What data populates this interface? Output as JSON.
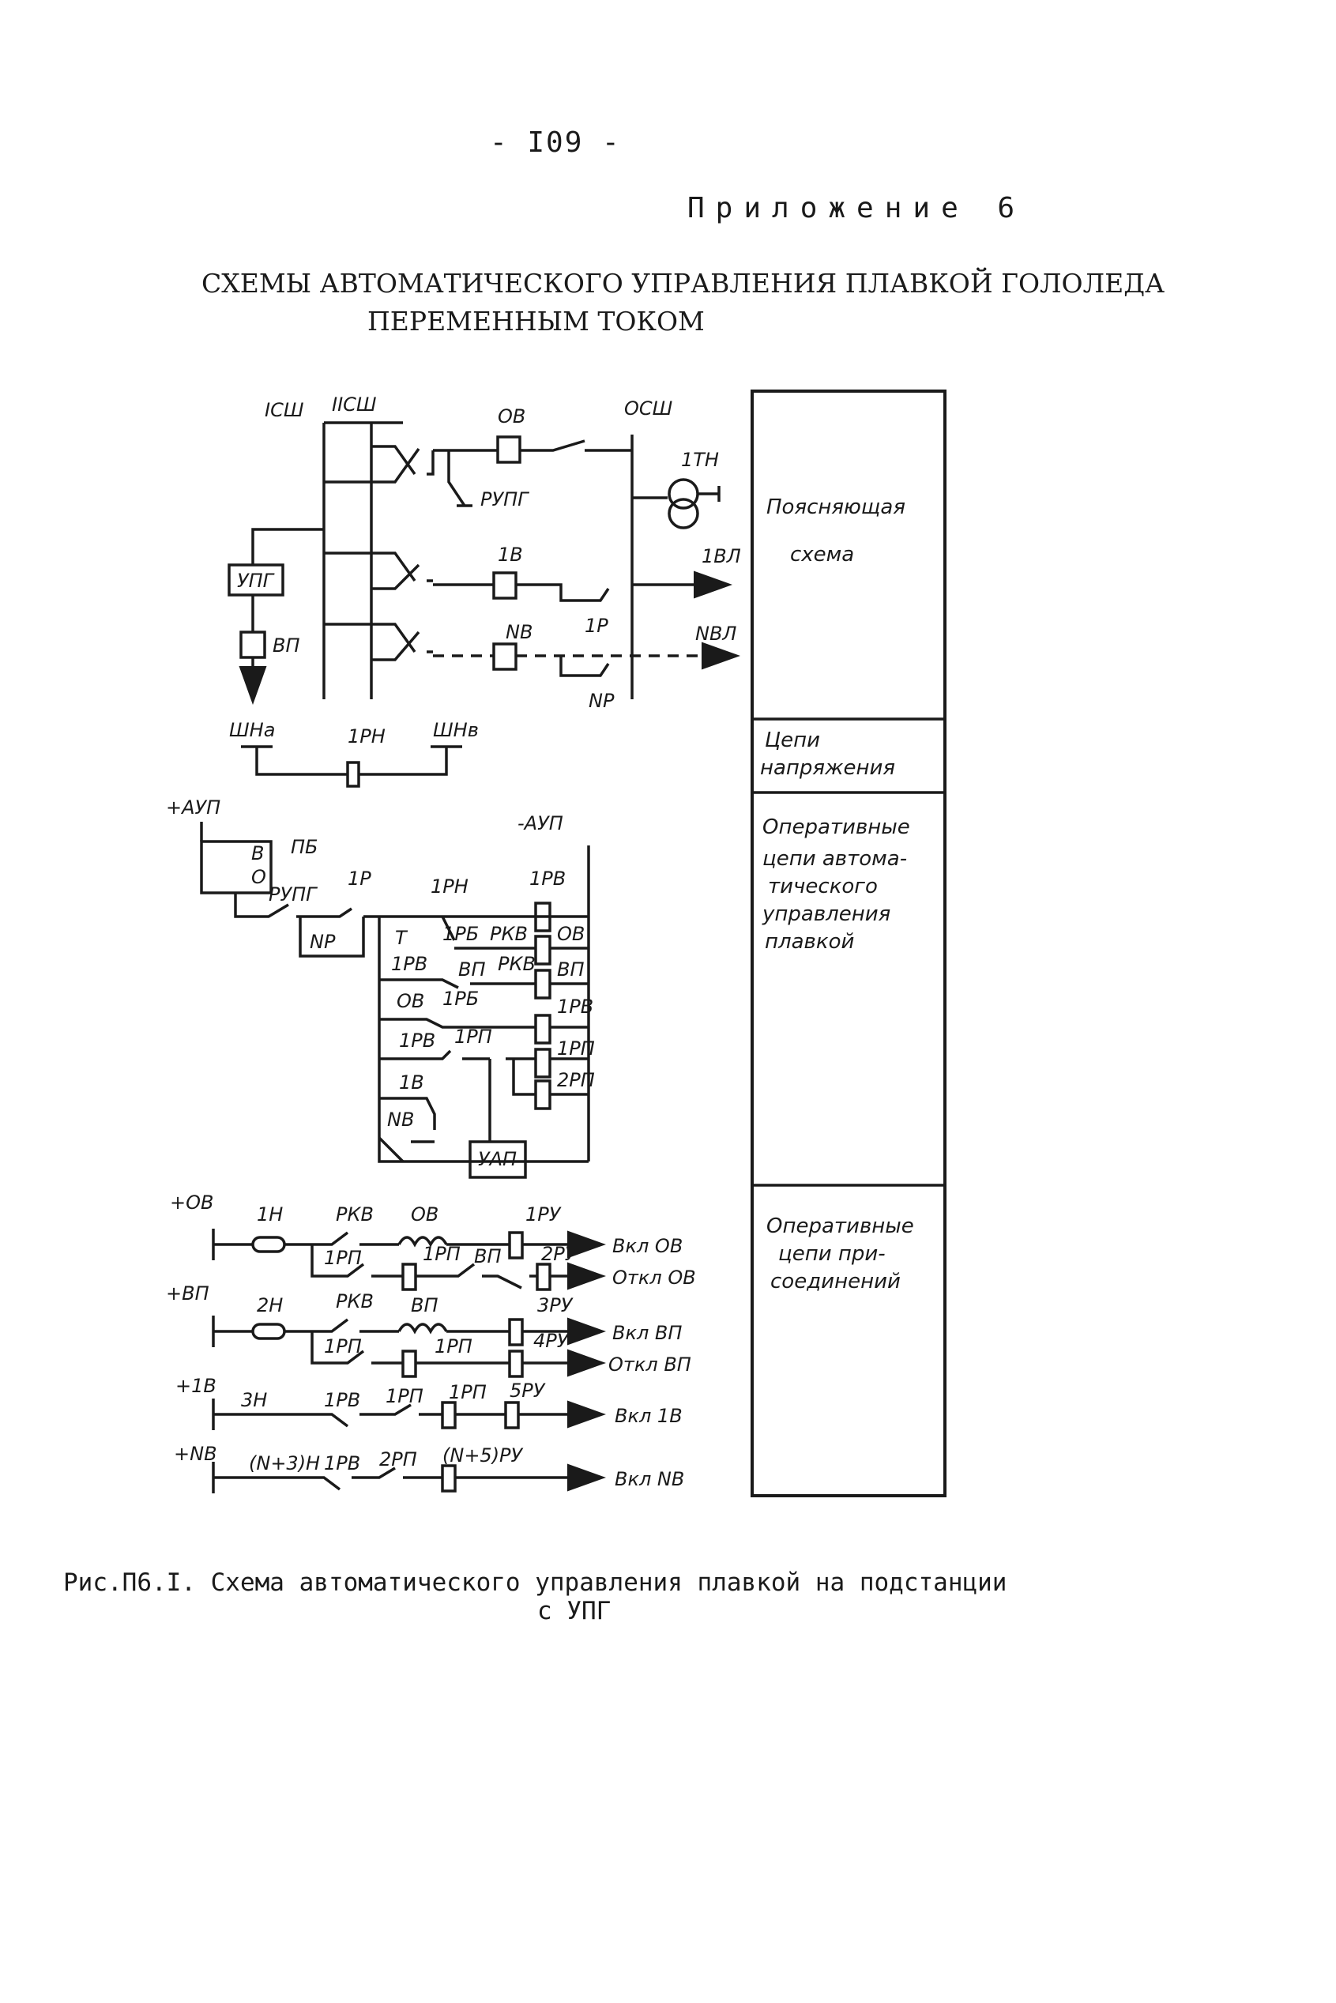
{
  "page_number": "- I09 -",
  "appendix": "Приложение 6",
  "heading": [
    "СХЕМЫ АВТОМАТИЧЕСКОГО УПРАВЛЕНИЯ ПЛАВКОЙ ГОЛОЛЕДА",
    "ПЕРЕМЕННЫМ ТОКОМ"
  ],
  "caption": [
    "Рис.П6.I. Схема автоматического управления плавкой на подстанции",
    "с УПГ"
  ],
  "side_panel": {
    "explanatory": [
      "Поясняющая",
      "схема"
    ],
    "voltage": [
      "Цепи",
      "напряжения"
    ],
    "operational_auto": [
      "Оперативные",
      "цепи автома-",
      "тического",
      "управления",
      "плавкой"
    ],
    "operational_conn": [
      "Оперативные",
      "цепи при-",
      "соединений"
    ]
  },
  "power": {
    "bus1": "IСШ",
    "bus2": "IIСШ",
    "bypass_bus": "ОСШ",
    "ov": "ОВ",
    "rupg": "РУПГ",
    "vt": "1ТН",
    "upg": "УПГ",
    "vp": "ВП",
    "b1": "1В",
    "line1": "1ВЛ",
    "p1": "1Р",
    "nb": "NВ",
    "linen": "NВЛ",
    "np": "NР"
  },
  "voltage_circ": {
    "shna": "ШНа",
    "shnv": "ШНв",
    "rn": "1РН"
  },
  "auto_circ": {
    "plus": "+АУП",
    "minus": "-АУП",
    "pb": "ПБ",
    "on": "В",
    "off": "О",
    "rupg": "РУПГ",
    "p1": "1Р",
    "np": "NР",
    "rn": "1РН",
    "r1": "1РВ",
    "rb": "1РБ",
    "rkv1": "РКВ",
    "ov_coil": "ОВ",
    "rv2": "1РВ",
    "vp": "ВП",
    "rkv2": "РКВ",
    "vp_coil": "ВП",
    "ov2": "ОВ",
    "rb2": "1РБ",
    "rv_coil": "1РВ",
    "rv3": "1РВ",
    "rp": "1РП",
    "rp_coil": "1РП",
    "rp2_coil": "2РП",
    "b1": "1В",
    "nb": "NВ",
    "uap": "УАП",
    "t_symbol": "T"
  },
  "conn_circ": [
    {
      "plus": "+ОВ",
      "fuse": "1Н",
      "c1": "РКВ",
      "coil": "ОВ",
      "r": "1РУ",
      "out": "Вкл ОВ",
      "c2": "1РП",
      "c3": "1РП",
      "c4": "ВП",
      "r2": "2РУ",
      "out2": "Откл ОВ"
    },
    {
      "plus": "+ВП",
      "fuse": "2Н",
      "c1": "РКВ",
      "coil": "ВП",
      "r": "3РУ",
      "out": "Вкл ВП",
      "c2": "1РП",
      "c3": "1РП",
      "r2": "4РУ",
      "out2": "Откл ВП"
    },
    {
      "plus": "+1В",
      "fuse": "3Н",
      "c1": "1РВ",
      "c2": "1РП",
      "c3": "1РП",
      "r": "5РУ",
      "out": "Вкл 1В"
    },
    {
      "plus": "+NВ",
      "fuse": "(N+3)Н",
      "c1": "1РВ",
      "c2": "2РП",
      "c3": "(N+5)РУ",
      "out": "Вкл NВ"
    }
  ]
}
